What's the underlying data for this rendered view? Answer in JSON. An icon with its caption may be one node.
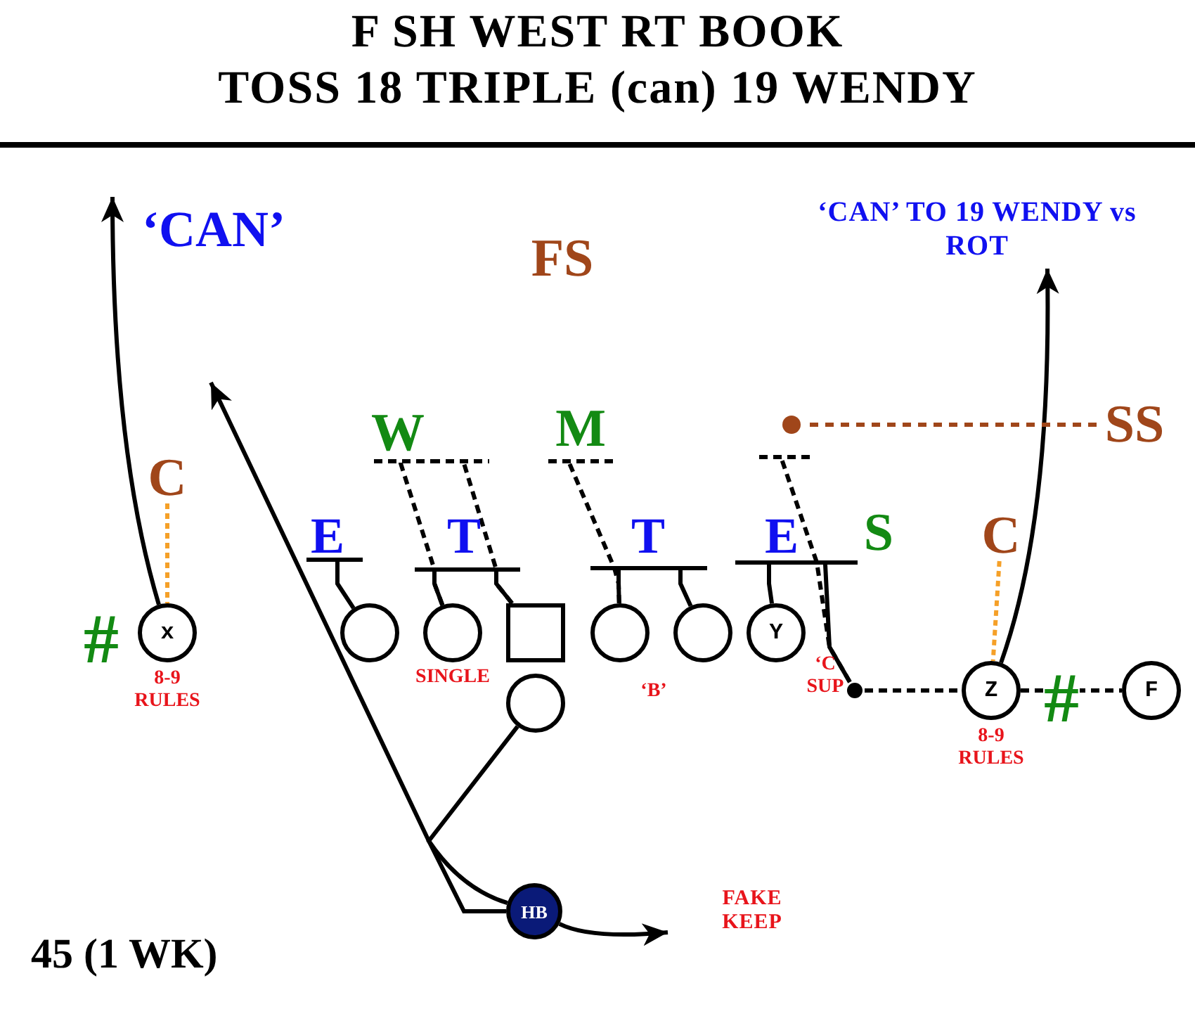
{
  "diagram": {
    "title": "F SH WEST RT BOOK",
    "nodes": [
      {
        "text": [
          "W"
        ]
      },
      {
        "text": [
          "M"
        ]
      },
      {
        "text": [
          "SS"
        ]
      },
      {
        "text": [],
        "shape": "circle"
      },
      {
        "text": [
          "C"
        ]
      },
      {
        "text": [
          "E"
        ]
      },
      {
        "text": [
          "T"
        ]
      },
      {
        "text": [
          "T"
        ]
      },
      {
        "text": [
          "E"
        ]
      },
      {
        "text": [
          "C"
        ]
      },
      {
        "text": [
          "x"
        ],
        "beside": [
          "8-9 RULES"
        ]
      },
      {
        "text": [],
        "shape": "circle"
      },
      {
        "text": [],
        "shape": "circle"
      },
      {
        "text": [],
        "shape": "box"
      },
      {
        "text": [],
        "shape": "circle"
      },
      {
        "text": [],
        "shape": "circle"
      },
      {
        "text": [
          "Y"
        ]
      },
      {
        "text": [],
        "shape": "circle"
      },
      {
        "text": [],
        "shape": "circle"
      },
      {
        "text": [
          "Z"
        ],
        "beside": [
          "8-9 RULES"
        ]
      },
      {
        "text": [
          "F"
        ]
      },
      {
        "text": [
          "HB"
        ]
      },
      {
        "text": [
          "‘CAN’"
        ]
      },
      {
        "text": [
          "‘CAN’ TO 19 WENDY vs ROT"
        ]
      }
    ],
    "edges": [
      {
        "from": 10,
        "to": 22,
        "arrow": "to"
      },
      {
        "from": 19,
        "to": 23,
        "arrow": "to"
      },
      {
        "from": 4,
        "to": 10,
        "arrow": "none",
        "style": "dashed",
        "color": "#f5a028"
      },
      {
        "from": 9,
        "to": 19,
        "arrow": "none",
        "style": "dashed",
        "color": "#f5a028"
      },
      {
        "from": 2,
        "to": 3,
        "arrow": "none",
        "style": "dashed",
        "color": "#a0461a"
      },
      {
        "from": 11,
        "to": 5,
        "arrow": "other"
      },
      {
        "from": 12,
        "to": 6,
        "arrow": "other"
      },
      {
        "from": 13,
        "to": 6,
        "arrow": "other"
      },
      {
        "from": 14,
        "to": 7,
        "arrow": "other"
      },
      {
        "from": 15,
        "to": 7,
        "arrow": "other"
      },
      {
        "from": 16,
        "to": 8,
        "arrow": "other"
      },
      {
        "from": 18,
        "to": 8,
        "arrow": "other"
      },
      {
        "from": 12,
        "to": 0,
        "arrow": "other",
        "style": "dashed"
      },
      {
        "from": 13,
        "to": 0,
        "arrow": "other",
        "style": "dashed"
      },
      {
        "from": 14,
        "to": 1,
        "arrow": "other",
        "style": "dashed"
      },
      {
        "from": 18,
        "to": 3,
        "arrow": "other",
        "style": "dashed"
      },
      {
        "from": 18,
        "to": 19,
        "arrow": "none",
        "style": "dashed"
      },
      {
        "from": 19,
        "to": 20,
        "arrow": "none",
        "style": "dashed"
      },
      {
        "from": 17,
        "to": 21,
        "arrow": "none"
      },
      {
        "from": 21,
        "to": null,
        "arrow": "to"
      },
      {
        "from": 21,
        "to": null,
        "arrow": "to"
      }
    ],
    "labels": [
      "TOSS 18 TRIPLE (can) 19 WENDY",
      "FS",
      "S",
      "#",
      "SINGLE",
      "‘B’",
      "‘C SUP",
      "#",
      "FAKE KEEP",
      "45 (1 WK)"
    ]
  }
}
